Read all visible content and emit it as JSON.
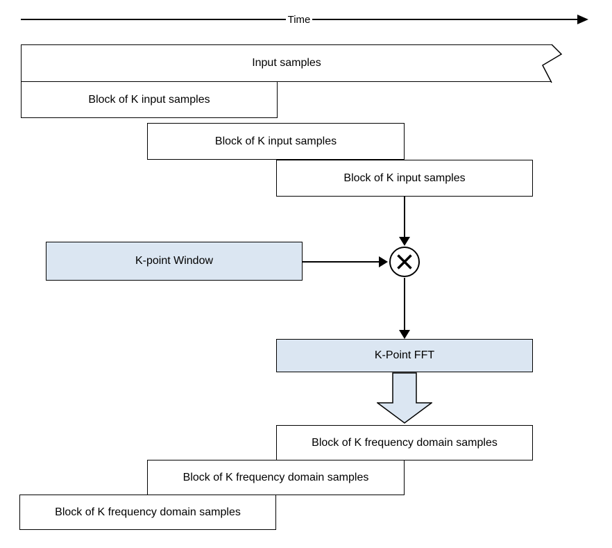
{
  "colors": {
    "box_fill_blue": "#dbe6f2",
    "box_border": "#000000",
    "background": "#ffffff",
    "line": "#000000"
  },
  "time_axis": {
    "label": "Time"
  },
  "input": {
    "samples_label": "Input samples",
    "blocks": [
      "Block of K input samples",
      "Block of K input samples",
      "Block of K input samples"
    ]
  },
  "processing": {
    "window_label": "K-point Window",
    "multiply_symbol": "multiply",
    "fft_label": "K-Point FFT"
  },
  "output": {
    "blocks": [
      "Block of K frequency domain samples",
      "Block of K frequency domain samples",
      "Block of K frequency domain samples"
    ]
  }
}
